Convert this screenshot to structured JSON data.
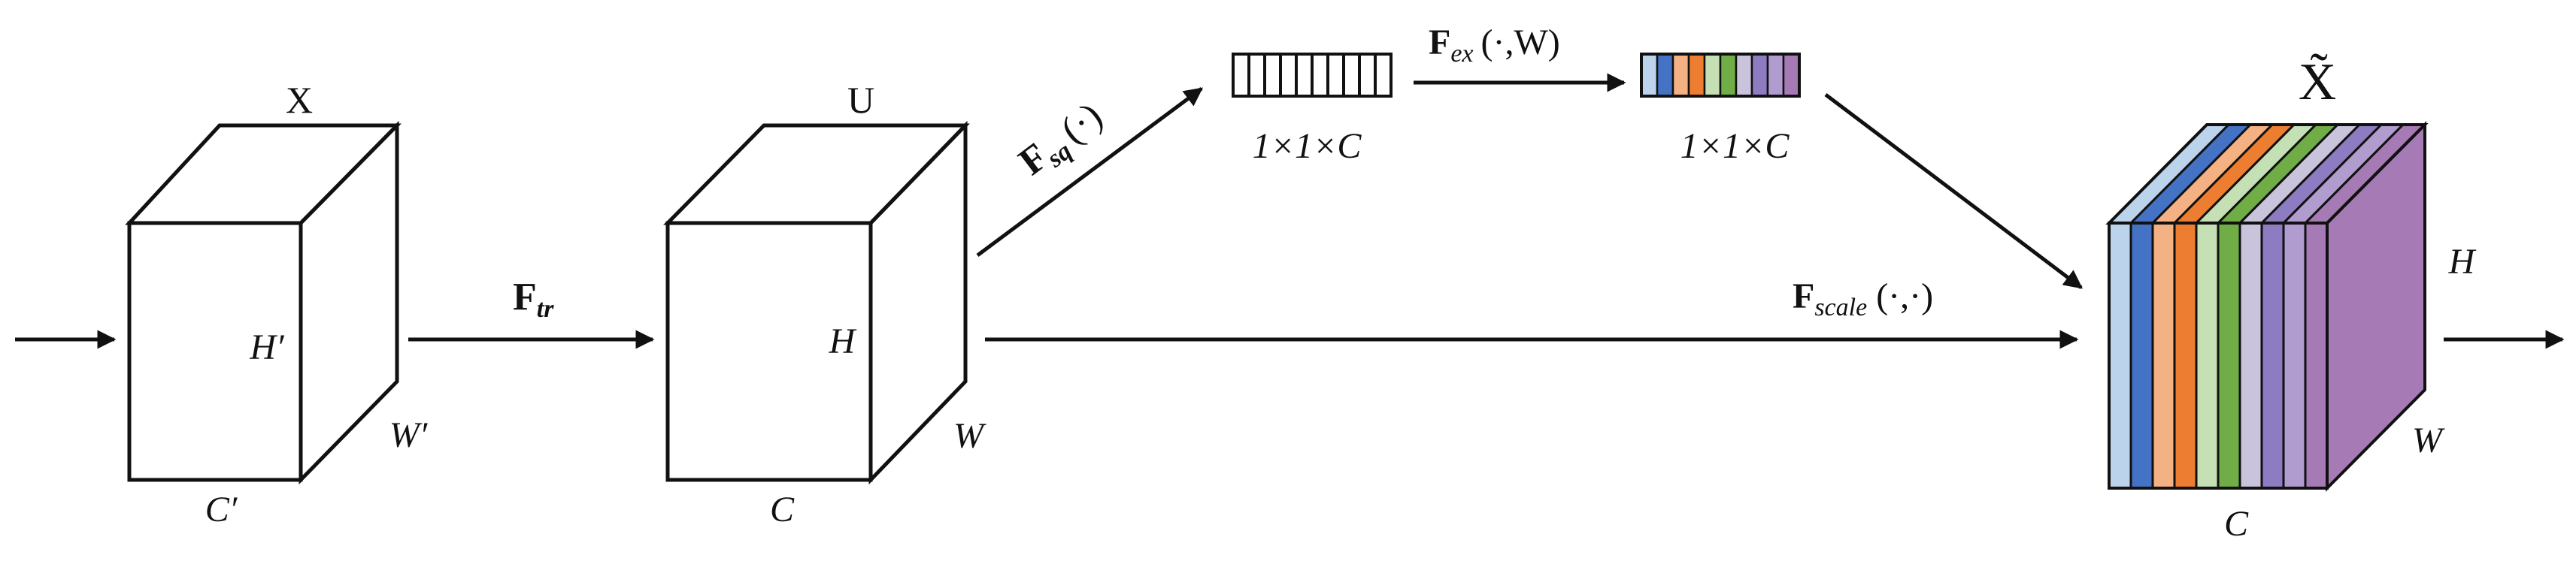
{
  "diagram": {
    "input_block": {
      "top_label": "X",
      "height_label": "H′",
      "width_label": "W′",
      "channel_label": "C′"
    },
    "transform": {
      "label_main": "F",
      "label_sub": "tr"
    },
    "feature_block": {
      "top_label": "U",
      "height_label": "H",
      "width_label": "W",
      "channel_label": "C"
    },
    "squeeze": {
      "label_main": "F",
      "label_sub": "sq",
      "label_args": "(·)"
    },
    "squeeze_vector": {
      "label": "1×1×C",
      "cells": 10
    },
    "excitation": {
      "label_main": "F",
      "label_sub": "ex",
      "label_args": "(·,W)"
    },
    "excitation_vector": {
      "label": "1×1×C",
      "colors": [
        "#bcd3ec",
        "#4472c4",
        "#f4b183",
        "#ed7d31",
        "#c5e0b4",
        "#70ad47",
        "#c9c3dc",
        "#8e7cc3",
        "#b19cd0",
        "#a57ab5"
      ]
    },
    "scale": {
      "label_main": "F",
      "label_sub": "scale",
      "label_args": "(·,·)"
    },
    "output_block": {
      "top_label": "X̃",
      "height_label": "H",
      "width_label": "W",
      "channel_label": "C",
      "slice_colors": [
        "#bcd3ec",
        "#4472c4",
        "#f4b183",
        "#ed7d31",
        "#c5e0b4",
        "#70ad47",
        "#c9c3dc",
        "#8e7cc3",
        "#b19cd0",
        "#a57ab5"
      ]
    }
  }
}
